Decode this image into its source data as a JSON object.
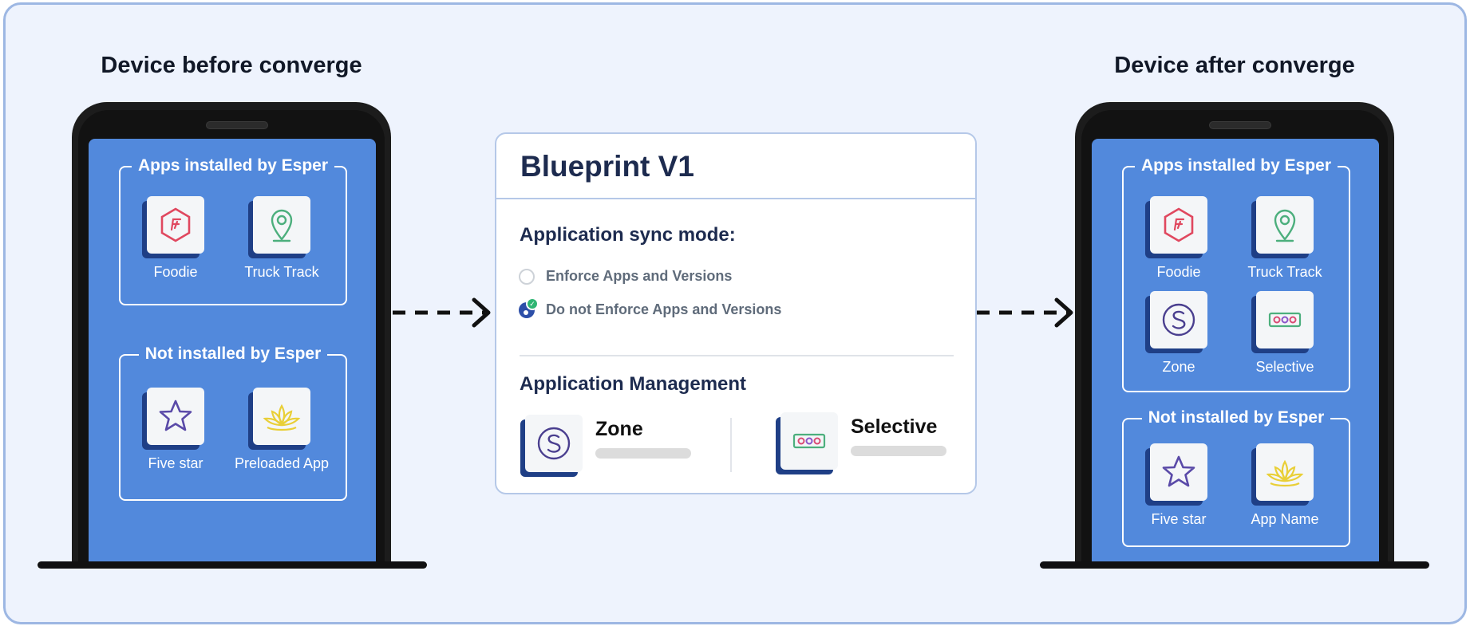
{
  "left_device": {
    "title": "Device before converge",
    "installed_group": {
      "title": "Apps installed by Esper",
      "apps": [
        {
          "label": "Foodie",
          "icon": "foodie-icon"
        },
        {
          "label": "Truck Track",
          "icon": "map-pin-icon"
        }
      ]
    },
    "not_installed_group": {
      "title": "Not installed by Esper",
      "apps": [
        {
          "label": "Five star",
          "icon": "star-icon"
        },
        {
          "label": "Preloaded App",
          "icon": "lotus-icon"
        }
      ]
    }
  },
  "blueprint": {
    "title": "Blueprint V1",
    "sync_mode_label": "Application sync mode:",
    "options": [
      {
        "label": "Enforce Apps and Versions",
        "selected": false
      },
      {
        "label": "Do not Enforce Apps and Versions",
        "selected": true
      }
    ],
    "management_label": "Application Management",
    "managed_apps": [
      {
        "name": "Zone",
        "icon": "zone-icon"
      },
      {
        "name": "Selective",
        "icon": "selective-icon"
      }
    ]
  },
  "right_device": {
    "title": "Device after converge",
    "installed_group": {
      "title": "Apps installed by Esper",
      "apps": [
        {
          "label": "Foodie",
          "icon": "foodie-icon"
        },
        {
          "label": "Truck Track",
          "icon": "map-pin-icon"
        },
        {
          "label": "Zone",
          "icon": "zone-icon"
        },
        {
          "label": "Selective",
          "icon": "selective-icon"
        }
      ]
    },
    "not_installed_group": {
      "title": "Not installed by Esper",
      "apps": [
        {
          "label": "Five star",
          "icon": "star-icon"
        },
        {
          "label": "App Name",
          "icon": "lotus-icon"
        }
      ]
    }
  },
  "colors": {
    "background": "#eef3fd",
    "frame_border": "#9db7e3",
    "screen_blue": "#5289dc",
    "tile_shadow": "#1f3f86",
    "title_navy": "#1d2b4f",
    "radio_selected": "#2d4fa8",
    "check_green": "#2fb573"
  }
}
